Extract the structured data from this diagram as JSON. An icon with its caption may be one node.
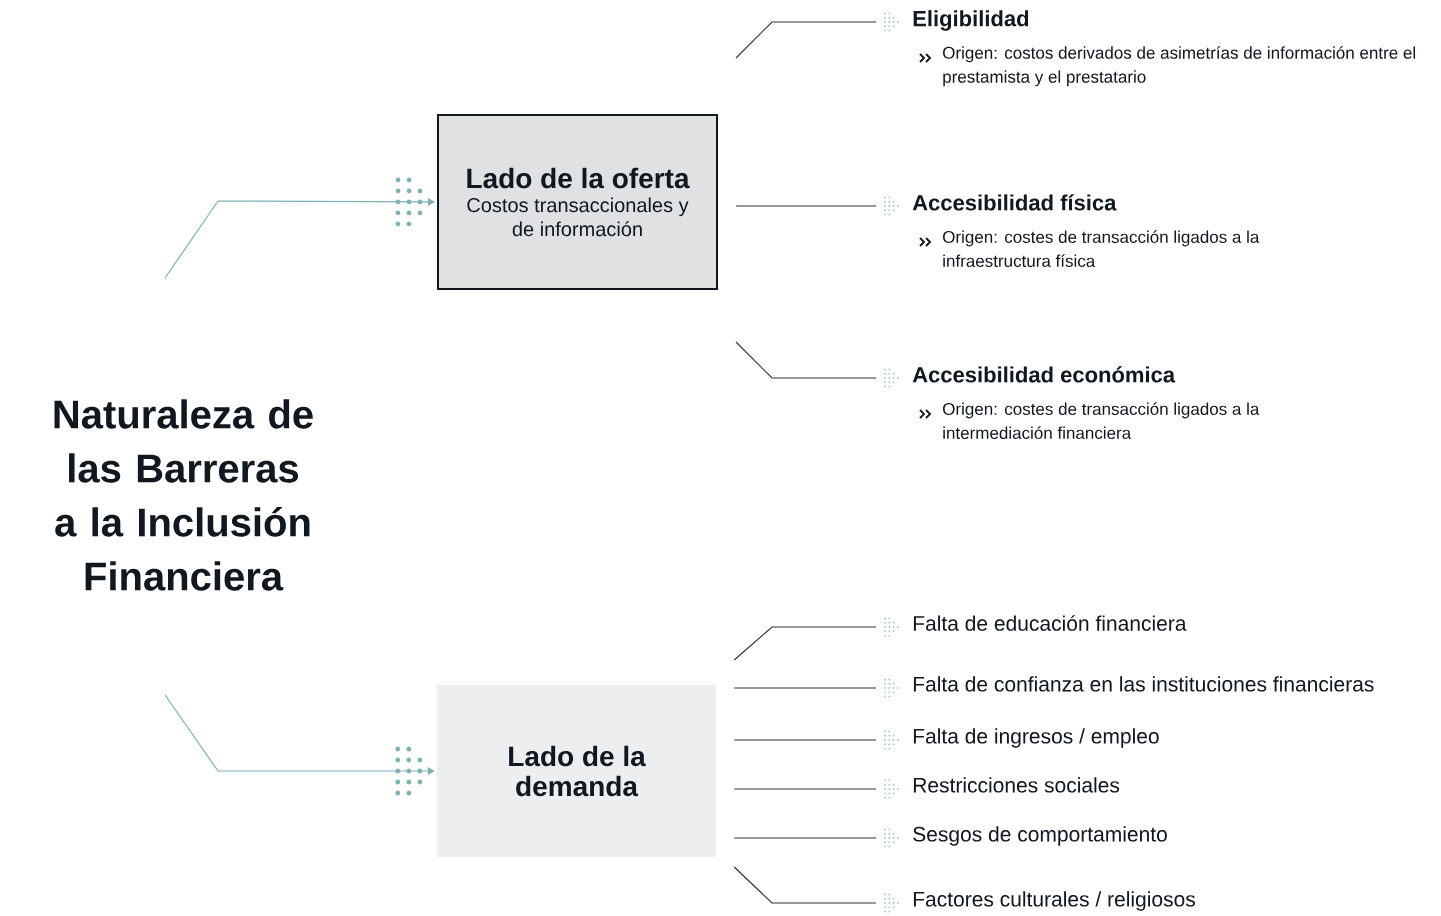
{
  "diagram": {
    "nodes": [
      {
        "text": [
          "Naturaleza de las Barreras a la Inclusión Financiera"
        ]
      },
      {
        "text": [
          "Lado de la oferta",
          "Costos transaccionales y de información"
        ]
      },
      {
        "text": [
          "Lado de la demanda"
        ]
      },
      {
        "text": [
          "Eligibilidad",
          "Origen: costos derivados de asimetrías de información entre el prestamista y el prestatario"
        ]
      },
      {
        "text": [
          "Accesibilidad física",
          "Origen: costes de transacción ligados a la infraestructura física"
        ]
      },
      {
        "text": [
          "Accesibilidad económica",
          "Origen: costes de transacción ligados a la intermediación financiera"
        ]
      },
      {
        "text": [
          "Falta de educación financiera"
        ]
      },
      {
        "text": [
          "Falta de confianza en las instituciones financieras"
        ]
      },
      {
        "text": [
          "Falta de ingresos / empleo"
        ]
      },
      {
        "text": [
          "Restricciones sociales"
        ]
      },
      {
        "text": [
          "Sesgos de comportamiento"
        ]
      },
      {
        "text": [
          "Factores culturales / religiosos"
        ]
      }
    ],
    "edges": [
      {
        "from": null,
        "to": 1,
        "arrow": "to",
        "color": "#7fb0b5"
      },
      {
        "from": null,
        "to": 2,
        "arrow": "to",
        "color": "#7fb0b5"
      },
      {
        "from": 1,
        "to": 3,
        "arrow": "none"
      },
      {
        "from": 1,
        "to": 4,
        "arrow": "none"
      },
      {
        "from": 1,
        "to": 5,
        "arrow": "none"
      },
      {
        "from": 2,
        "to": 6,
        "arrow": "none"
      },
      {
        "from": 2,
        "to": 7,
        "arrow": "none"
      },
      {
        "from": 2,
        "to": 8,
        "arrow": "none"
      },
      {
        "from": 2,
        "to": 9,
        "arrow": "none"
      },
      {
        "from": 2,
        "to": 10,
        "arrow": "none"
      },
      {
        "from": 2,
        "to": 11,
        "arrow": "none"
      }
    ]
  }
}
